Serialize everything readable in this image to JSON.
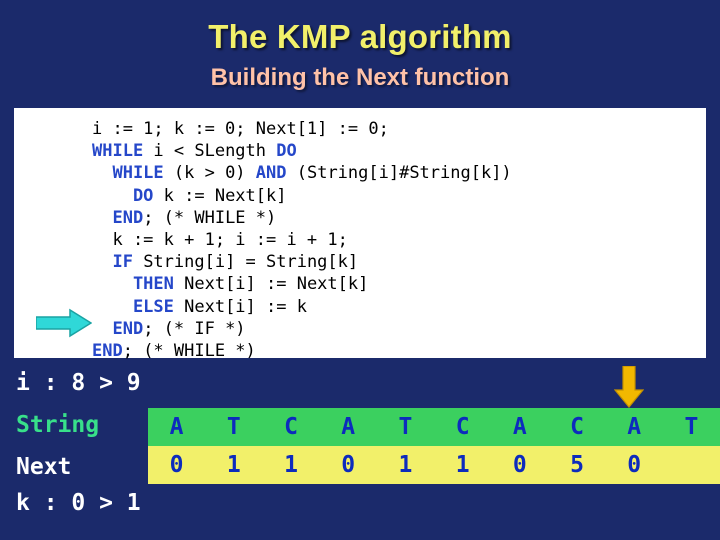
{
  "slide": {
    "title": "The KMP algorithm",
    "subtitle": "Building the Next function",
    "colors": {
      "background": "#1b2a6b",
      "title": "#f2f06a",
      "subtitle": "#ffc2a8",
      "code_keyword": "#2547c9",
      "string_row": "#3bd05f",
      "next_row": "#f2f06a",
      "cell_text": "#0d2bbd",
      "arrow": "#2fd8d8",
      "down_arrow": "#f2b800"
    }
  },
  "code": {
    "lines": [
      [
        {
          "t": "i := 1; k := 0; Next[1] := 0;",
          "kw": false
        }
      ],
      [
        {
          "t": "WHILE",
          "kw": true
        },
        {
          "t": " i < SLength ",
          "kw": false
        },
        {
          "t": "DO",
          "kw": true
        }
      ],
      [
        {
          "t": "  WHILE",
          "kw": true
        },
        {
          "t": " (k > 0) ",
          "kw": false
        },
        {
          "t": "AND",
          "kw": true
        },
        {
          "t": " (String[i]#String[k])",
          "kw": false
        }
      ],
      [
        {
          "t": "    DO",
          "kw": true
        },
        {
          "t": " k := Next[k]",
          "kw": false
        }
      ],
      [
        {
          "t": "  END",
          "kw": true
        },
        {
          "t": "; (* WHILE *)",
          "kw": false
        }
      ],
      [
        {
          "t": "  k := k + 1; i := i + 1;",
          "kw": false
        }
      ],
      [
        {
          "t": "  IF",
          "kw": true
        },
        {
          "t": " String[i] = String[k]",
          "kw": false
        }
      ],
      [
        {
          "t": "    THEN",
          "kw": true
        },
        {
          "t": " Next[i] := Next[k]",
          "kw": false
        }
      ],
      [
        {
          "t": "    ELSE",
          "kw": true
        },
        {
          "t": " Next[i] := k",
          "kw": false
        }
      ],
      [
        {
          "t": "  END",
          "kw": true
        },
        {
          "t": "; (* IF *)",
          "kw": false
        }
      ],
      [
        {
          "t": "END",
          "kw": true
        },
        {
          "t": "; (* WHILE *)",
          "kw": false
        }
      ]
    ]
  },
  "trace": {
    "i_line": "i : 8 > 9",
    "k_line": "k : 0 > 1",
    "string_label": "String",
    "next_label": "Next",
    "string_values": [
      "A",
      "T",
      "C",
      "A",
      "T",
      "C",
      "A",
      "C",
      "A",
      "T"
    ],
    "next_values": [
      "0",
      "1",
      "1",
      "0",
      "1",
      "1",
      "0",
      "5",
      "0",
      ""
    ]
  }
}
